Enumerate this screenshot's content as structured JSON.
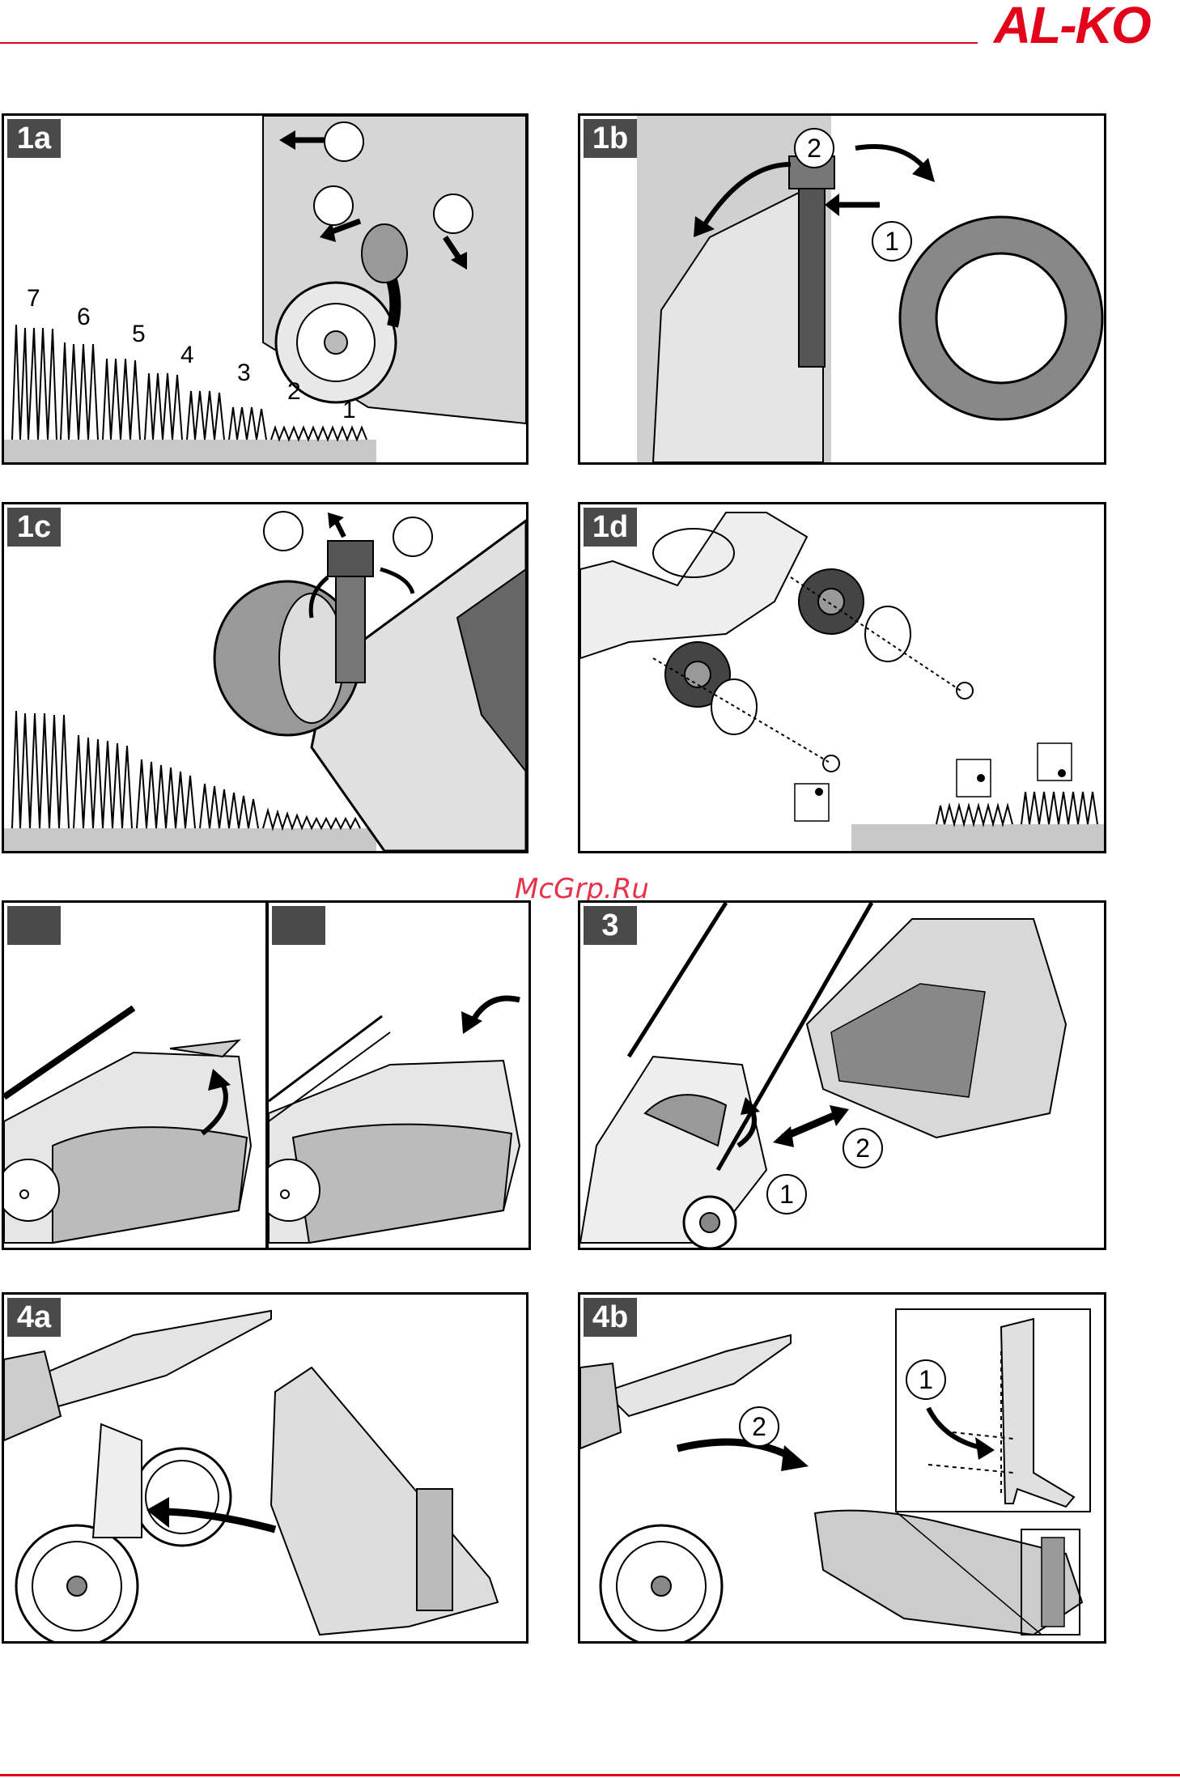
{
  "header": {
    "brand": "AL-KO"
  },
  "watermark": "McGrp.Ru",
  "panels": {
    "p1a": {
      "tag": "1a",
      "heights": [
        "7",
        "6",
        "5",
        "4",
        "3",
        "2",
        "1"
      ]
    },
    "p1b": {
      "tag": "1b",
      "markers": [
        "2",
        "1"
      ]
    },
    "p1c": {
      "tag": "1c"
    },
    "p1d": {
      "tag": "1d"
    },
    "p2a": {
      "tag": ""
    },
    "p2b": {
      "tag": ""
    },
    "p3": {
      "tag": "3",
      "markers": [
        "2",
        "1"
      ]
    },
    "p4a": {
      "tag": "4a"
    },
    "p4b": {
      "tag": "4b",
      "markers": [
        "1",
        "2"
      ]
    }
  }
}
